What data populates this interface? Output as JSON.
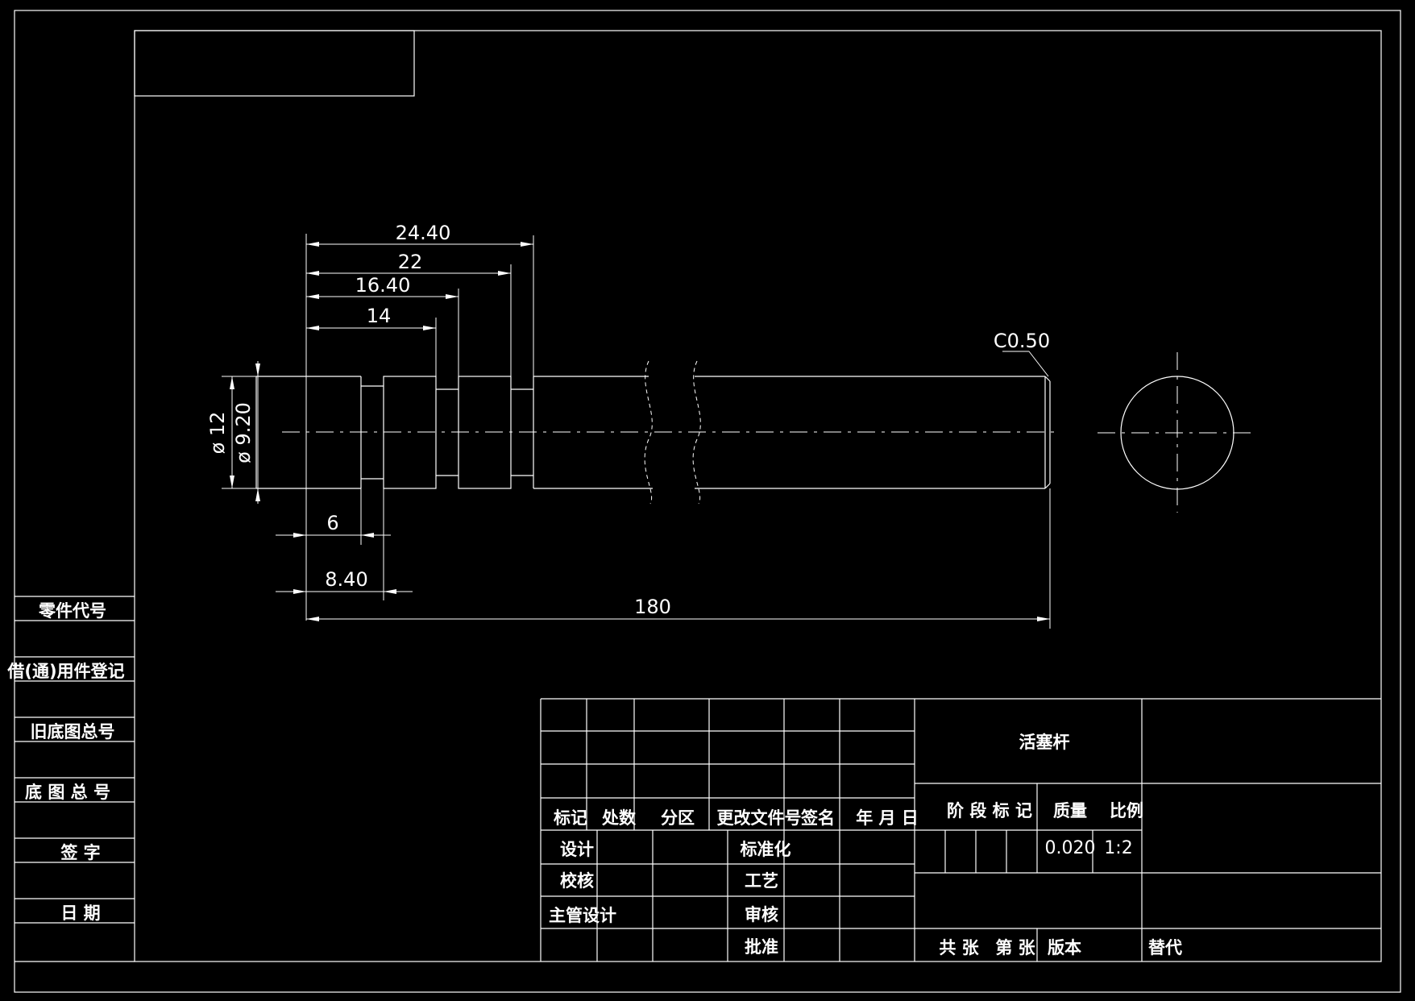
{
  "drawing": {
    "dimensions": {
      "d_24_40": "24.40",
      "d_22": "22",
      "d_16_40": "16.40",
      "d_14": "14",
      "d_6": "6",
      "d_8_40": "8.40",
      "d_180": "180",
      "chamfer": "C0.50",
      "dia_12": "ø 12",
      "dia_9_20": "ø 9.20"
    }
  },
  "left_strip": {
    "labels": [
      "零件代号",
      "借(通)用件登记",
      "旧底图总号",
      "底 图 总 号",
      "签  字",
      "日  期"
    ]
  },
  "title_block": {
    "header": {
      "mark": "标记",
      "count": "处数",
      "zone": "分区",
      "change_doc": "更改文件号",
      "signature": "签名",
      "date": "年 月 日"
    },
    "roles": {
      "design": "设计",
      "check": "校核",
      "chief": "主管设计",
      "standard": "标准化",
      "process": "工艺",
      "review": "审核",
      "approve": "批准"
    },
    "part_name": "活塞杆",
    "stage_mark": "阶 段 标 记",
    "mass_label": "质量",
    "scale_label": "比例",
    "mass_value": "0.020",
    "scale_value": "1:2",
    "sheets_total": "共  张",
    "sheet_no": "第  张",
    "version": "版本",
    "replace": "替代"
  }
}
